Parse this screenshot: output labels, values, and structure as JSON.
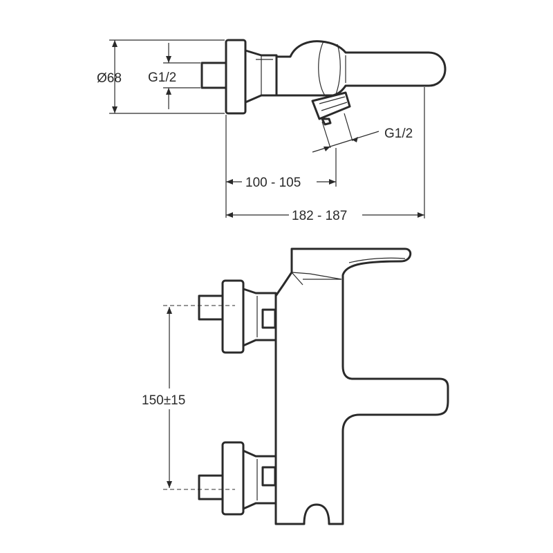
{
  "top_view": {
    "diameter_label": "Ø68",
    "inlet_thread_label": "G1/2",
    "outlet_thread_label": "G1/2",
    "outlet_distance_label": "100 - 105",
    "overall_depth_label": "182 - 187"
  },
  "front_view": {
    "center_distance_label": "150±15"
  },
  "colors": {
    "line": "#2a2a2a",
    "background": "#ffffff"
  }
}
